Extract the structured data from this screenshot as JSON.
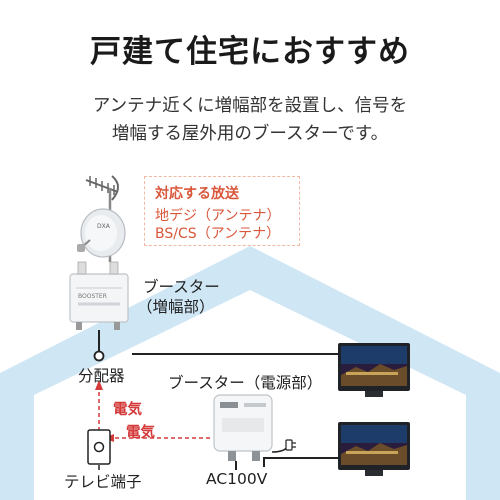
{
  "heading": "戸建て住宅におすすめ",
  "description": {
    "line1": "アンテナ近くに増幅部を設置し、信号を",
    "line2": "増幅する屋外用のブースターです。"
  },
  "broadcast_box": {
    "title": "対応する放送",
    "items": [
      "地デジ（アンテナ）",
      "BS/CS（アンテナ）"
    ]
  },
  "labels": {
    "booster_line1": "ブースター",
    "booster_line2": "（増幅部）",
    "splitter": "分配器",
    "power_unit": "ブースター（電源部）",
    "electricity_1": "電気",
    "electricity_2": "電気",
    "tv_outlet": "テレビ端子",
    "ac": "AC100V"
  },
  "colors": {
    "accent_red": "#d43a3a",
    "house_fill": "#cfe6f5",
    "box_border": "#f0b9a3"
  }
}
